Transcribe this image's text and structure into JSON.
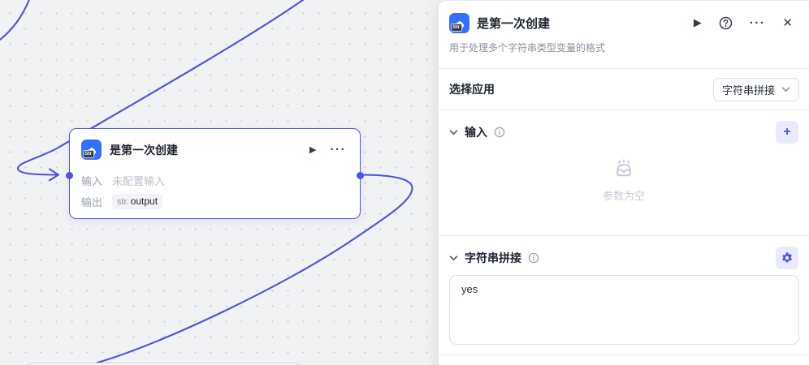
{
  "colors": {
    "accent": "#4d53e8",
    "node_icon_blue": "#3370ff",
    "canvas_bg": "#f1f2f4",
    "panel_bg": "#ffffff",
    "selected_node_border": "#5157e6"
  },
  "icons": {
    "play": "▶",
    "more": "···",
    "close": "✕",
    "plus": "+"
  },
  "canvas": {
    "node": {
      "icon_badge": "Str",
      "title": "是第一次创建",
      "input_label": "输入",
      "input_placeholder": "未配置输入",
      "output_label": "输出",
      "output_badge_type": "str.",
      "output_badge_name": "output"
    }
  },
  "panel": {
    "header": {
      "icon_badge": "Str",
      "title": "是第一次创建",
      "subtitle": "用于处理多个字符串类型变量的格式"
    },
    "app_row": {
      "label": "选择应用",
      "selected_value": "字符串拼接"
    },
    "input_section": {
      "title": "输入",
      "empty_text": "参数为空"
    },
    "concat_section": {
      "title": "字符串拼接",
      "textarea_value": "yes"
    }
  }
}
